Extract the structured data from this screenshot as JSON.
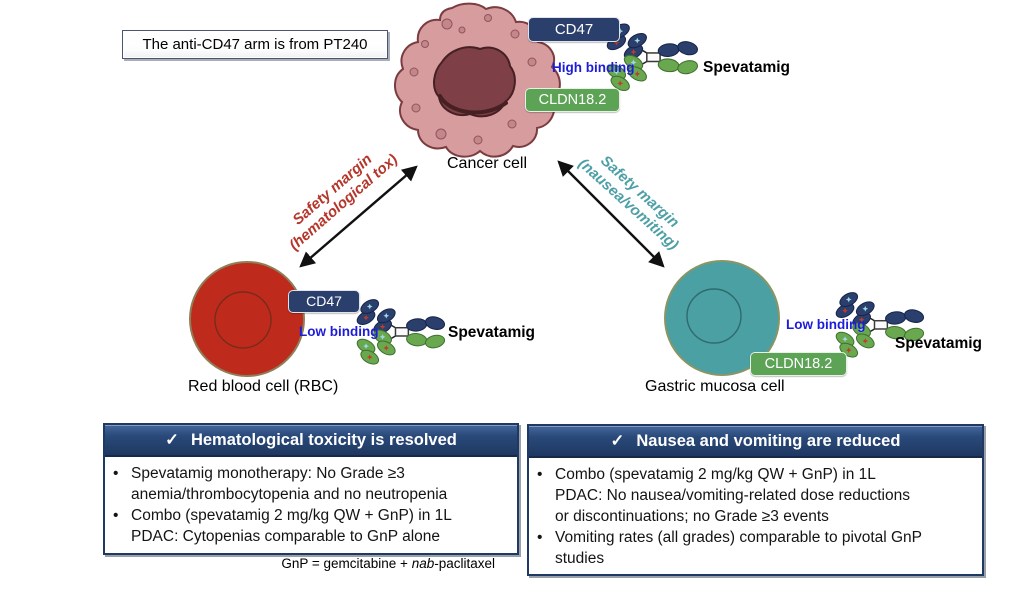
{
  "note": {
    "text": "The anti-CD47 arm is from PT240"
  },
  "cancer_cell": {
    "label": "Cancer cell",
    "cd47_tag": "CD47",
    "cldn_tag": "CLDN18.2",
    "binding": "High binding",
    "antibody": "Spevatamig"
  },
  "rbc_cell": {
    "label": "Red blood cell (RBC)",
    "cd47_tag": "CD47",
    "binding": "Low binding",
    "antibody": "Spevatamig"
  },
  "gastric_cell": {
    "label": "Gastric mucosa cell",
    "cldn_tag": "CLDN18.2",
    "binding": "Low binding",
    "antibody": "Spevatamig"
  },
  "arrows": {
    "left": {
      "line1": "Safety margin",
      "line2": "(hematological tox)"
    },
    "right": {
      "line1": "Safety margin",
      "line2": "(nausea/vomiting)"
    }
  },
  "boxes": {
    "left": {
      "check": "✓",
      "title": "Hematological toxicity is resolved",
      "bullets": [
        [
          "Spevatamig monotherapy: No Grade ≥3",
          "anemia/thrombocytopenia and no neutropenia"
        ],
        [
          "Combo (spevatamig 2 mg/kg QW + GnP) in 1L",
          "PDAC: Cytopenias comparable to GnP alone"
        ]
      ]
    },
    "right": {
      "check": "✓",
      "title": "Nausea and vomiting are reduced",
      "bullets": [
        [
          "Combo (spevatamig 2 mg/kg QW + GnP) in 1L",
          "PDAC: No nausea/vomiting-related dose reductions",
          "or discontinuations; no Grade ≥3 events"
        ],
        [
          "Vomiting rates (all grades) comparable to pivotal GnP",
          "studies"
        ]
      ]
    },
    "footnote": {
      "prefix": "GnP = gemcitabine + ",
      "italic": "nab",
      "suffix": "-paclitaxel"
    }
  },
  "colors": {
    "navy_tag": "#2B3F6D",
    "green_tag": "#5CA355",
    "binding_blue": "#1d1dd9",
    "safety_red": "#B5362A",
    "safety_teal": "#4D9FA6",
    "header_navy": "#1F3864",
    "cancer_cell_fill": "#D69C9E",
    "rbc_fill": "#BE2B1D",
    "gastric_fill": "#4AA0A2"
  }
}
